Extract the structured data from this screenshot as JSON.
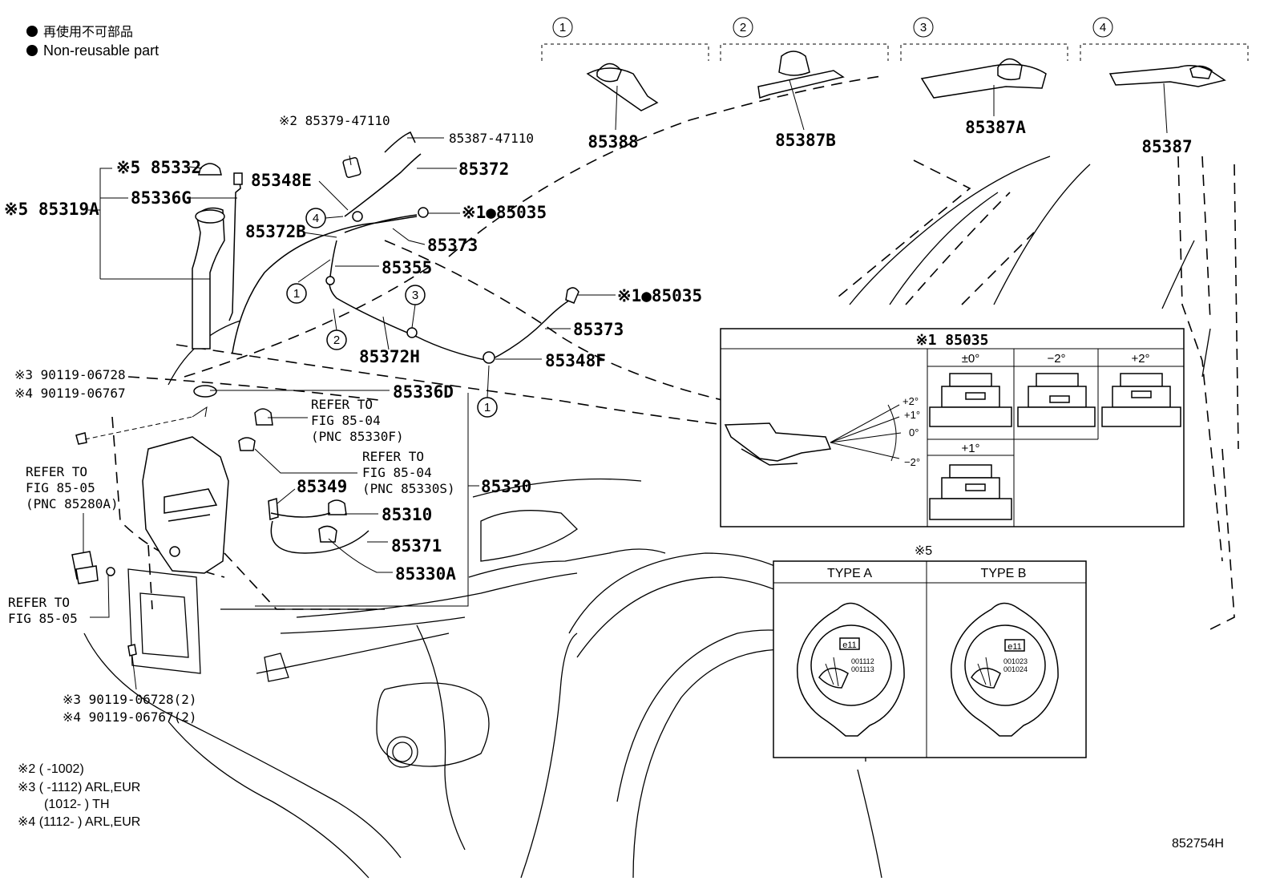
{
  "legend": {
    "jp": "再使用不可部品",
    "en": "Non-reusable part"
  },
  "variants": [
    {
      "num": "1",
      "part": "85388"
    },
    {
      "num": "2",
      "part": "85387B"
    },
    {
      "num": "3",
      "part": "85387A"
    },
    {
      "num": "4",
      "part": "85387"
    }
  ],
  "labels": {
    "p85379": "※2 85379-47110",
    "p85387_47110": "85387-47110",
    "p85332": "※5 85332",
    "p85348E": "85348E",
    "p85372": "85372",
    "p85336G": "85336G",
    "p85319A": "※5 85319A",
    "p85035a": "※1●85035",
    "p85372B": "85372B",
    "p85373a": "85373",
    "p85355": "85355",
    "p85035b": "※1●85035",
    "p85373b": "85373",
    "p85372H": "85372H",
    "p85348F": "85348F",
    "p85336D": "85336D",
    "p85330": "85330",
    "p85349": "85349",
    "p85310": "85310",
    "p85371": "85371",
    "p85330A": "85330A",
    "bolt_top_3": "※3 90119-06728",
    "bolt_top_4": "※4 90119-06767",
    "bolt_bot_3": "※3 90119-06728(2)",
    "bolt_bot_4": "※4 90119-06767(2)",
    "diagram_id": "852754H"
  },
  "refs": {
    "r1_l1": "REFER TO",
    "r1_l2": "FIG 85-04",
    "r1_l3": "(PNC 85330F)",
    "r2_l1": "REFER TO",
    "r2_l2": "FIG 85-04",
    "r2_l3": "(PNC 85330S)",
    "r3_l1": "REFER TO",
    "r3_l2": "FIG 85-05",
    "r3_l3": "(PNC 85280A)",
    "r4_l1": "REFER TO",
    "r4_l2": "FIG 85-05"
  },
  "callouts": [
    "1",
    "2",
    "3",
    "4",
    "1",
    "1"
  ],
  "nozzle_box": {
    "title": "※1 85035",
    "angles": [
      "±0°",
      "−2°",
      "+2°",
      "+1°"
    ],
    "spray": [
      "+2°",
      "+1°",
      "0°",
      "−2°"
    ]
  },
  "type_box": {
    "title": "※5",
    "type_a": "TYPE A",
    "type_b": "TYPE B",
    "cap_mark": "e11",
    "a_codes": [
      "001112",
      "001113"
    ],
    "b_codes": [
      "001023",
      "001024"
    ]
  },
  "footnotes": {
    "n2": "※2 (       -1002)",
    "n3a": "※3 (       -1112) ARL,EUR",
    "n3b": "(1012-        ) TH",
    "n4": "※4 (1112-        ) ARL,EUR"
  }
}
